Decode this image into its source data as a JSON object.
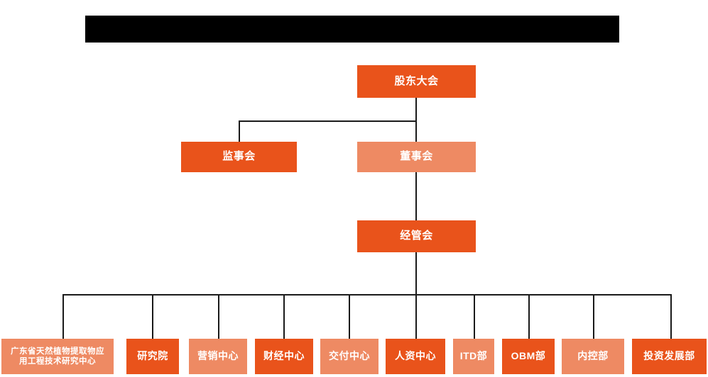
{
  "banner": {
    "name": "redacted-title-bar",
    "text": "",
    "color": "#000000"
  },
  "palette": {
    "dark_orange": "#E9531B",
    "light_orange": "#EE8A63",
    "line": "#1a1a1a",
    "background": "#ffffff",
    "text": "#ffffff"
  },
  "chart": {
    "type": "org-chart",
    "title": "",
    "levels": [
      {
        "level": 1,
        "nodes": [
          {
            "id": "shareholders-meeting",
            "label": "股东大会",
            "tone": "dark"
          }
        ]
      },
      {
        "level": 2,
        "nodes": [
          {
            "id": "board-of-supervisors",
            "label": "监事会",
            "tone": "dark"
          },
          {
            "id": "board-of-directors",
            "label": "董事会",
            "tone": "light"
          }
        ]
      },
      {
        "level": 3,
        "nodes": [
          {
            "id": "management-committee",
            "label": "经管会",
            "tone": "dark"
          }
        ]
      },
      {
        "level": 4,
        "nodes": [
          {
            "id": "gd-research-center",
            "label": "广东省天然植物提取物应用工程技术研究中心",
            "line1": "广东省天然植物提取物应",
            "line2": "用工程技术研究中心",
            "tone": "light"
          },
          {
            "id": "research-institute",
            "label": "研究院",
            "tone": "dark"
          },
          {
            "id": "marketing-center",
            "label": "营销中心",
            "tone": "light"
          },
          {
            "id": "finance-center",
            "label": "财经中心",
            "tone": "dark"
          },
          {
            "id": "delivery-center",
            "label": "交付中心",
            "tone": "light"
          },
          {
            "id": "hr-center",
            "label": "人资中心",
            "tone": "dark"
          },
          {
            "id": "itd-department",
            "label": "ITD部",
            "tone": "light"
          },
          {
            "id": "obm-department",
            "label": "OBM部",
            "tone": "dark"
          },
          {
            "id": "internal-control-department",
            "label": "内控部",
            "tone": "light"
          },
          {
            "id": "investment-development-department",
            "label": "投资发展部",
            "tone": "dark"
          }
        ]
      }
    ]
  }
}
